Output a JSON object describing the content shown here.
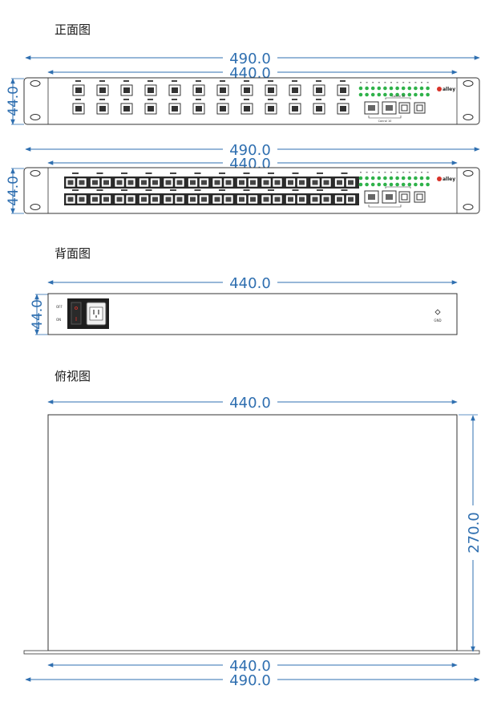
{
  "sections": {
    "front": "正面图",
    "back": "背面图",
    "top": "俯视图"
  },
  "dimensions": {
    "w490": "490.0",
    "w440": "440.0",
    "h44": "44.0",
    "d270": "270.0"
  },
  "device": {
    "brand": "alley",
    "console_label": "Conrol 10",
    "console_label_b": "Conrol 10",
    "back_off": "OFF",
    "back_on": "ON",
    "back_gnd": "GND"
  },
  "colors": {
    "dimension": "#2f6fb0",
    "led": "#2fb24a",
    "brand_red": "#d9332a"
  }
}
